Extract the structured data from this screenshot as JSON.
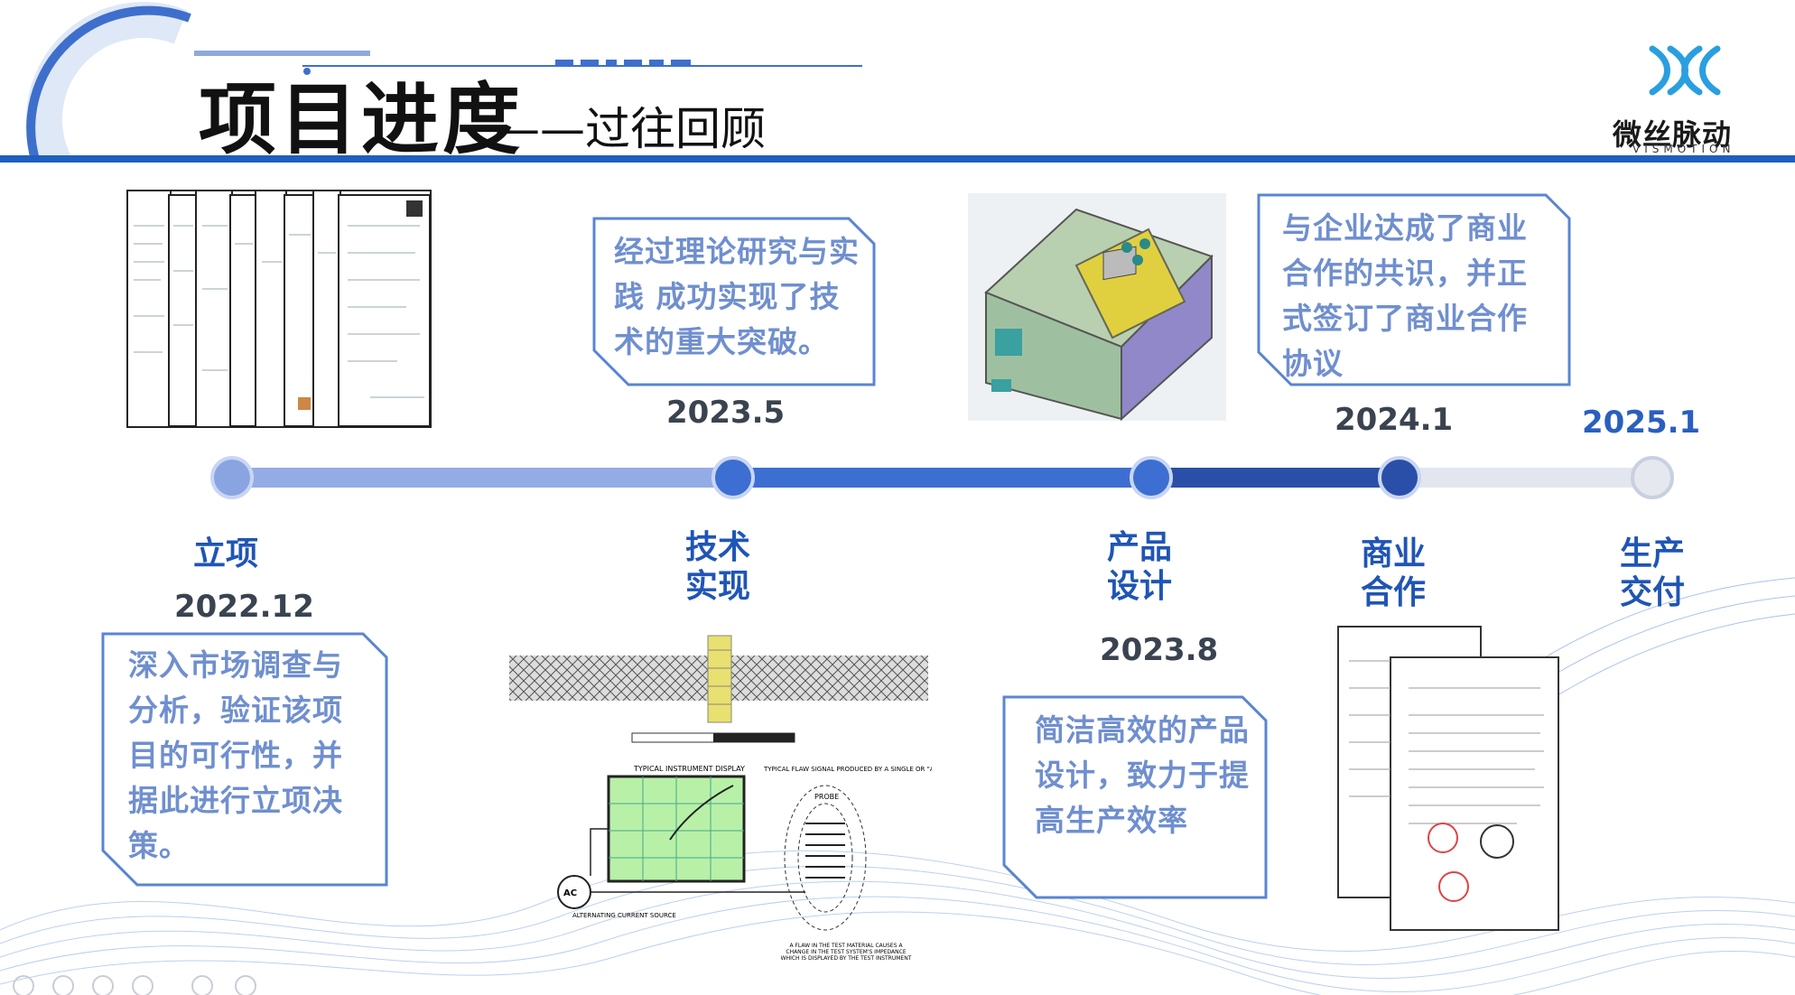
{
  "header": {
    "title_main": "项目进度",
    "title_sub": "——过往回顾",
    "logo_name": "微丝脉动",
    "logo_sub": "VISMOTION"
  },
  "timeline": {
    "milestones": [
      {
        "label": "立项",
        "date": "2022.12",
        "desc": "深入市场调查与分析，验证该项目的可行性，并据此进行立项决策。"
      },
      {
        "label": "技术实现",
        "date": "2023.5",
        "desc": "经过理论研究与实践 成功实现了技术的重大突破。"
      },
      {
        "label": "产品设计",
        "date": "2023.8",
        "desc": "简洁高效的产品设计，致力于提高生产效率"
      },
      {
        "label": "商业合作",
        "date": "2024.1",
        "desc": "与企业达成了商业合作的共识，并正式签订了商业合作协议"
      },
      {
        "label": "生产交付",
        "date": "2025.1",
        "desc": ""
      }
    ]
  },
  "diagram": {
    "typical_display": "TYPICAL INSTRUMENT DISPLAY",
    "flaw_signal": "TYPICAL FLAW SIGNAL PRODUCED BY A SINGLE OR \"ABSOLUTE\" COIL",
    "probe": "PROBE",
    "ac": "AC",
    "ac_source": "ALTERNATING CURRENT SOURCE",
    "flaw_note": "A FLAW IN THE TEST MATERIAL CAUSES A CHANGE IN THE TEST SYSTEM'S IMPEDANCE WHICH IS DISPLAYED BY THE TEST INSTRUMENT"
  },
  "colors": {
    "accent": "#1f5fbf",
    "card_text": "#6f8fcf",
    "milestone": "#1f55b5"
  }
}
